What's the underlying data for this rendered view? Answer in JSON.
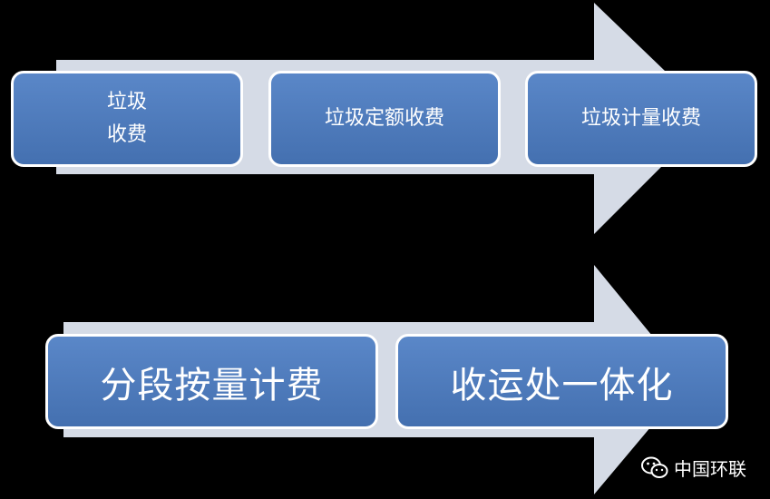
{
  "flow_top": {
    "steps": [
      {
        "label_line1": "垃圾",
        "label_line2": "收费"
      },
      {
        "label": "垃圾定额收费"
      },
      {
        "label": "垃圾计量收费"
      }
    ]
  },
  "flow_bottom": {
    "steps": [
      {
        "label": "分段按量计费"
      },
      {
        "label": "收运处一体化"
      }
    ]
  },
  "watermark": {
    "text": "中国环联",
    "icon": "wechat-icon"
  },
  "colors": {
    "background": "#000000",
    "arrow": "#d5dbe6",
    "box": "#4a78b8",
    "box_border": "#ffffff",
    "text": "#ffffff"
  }
}
